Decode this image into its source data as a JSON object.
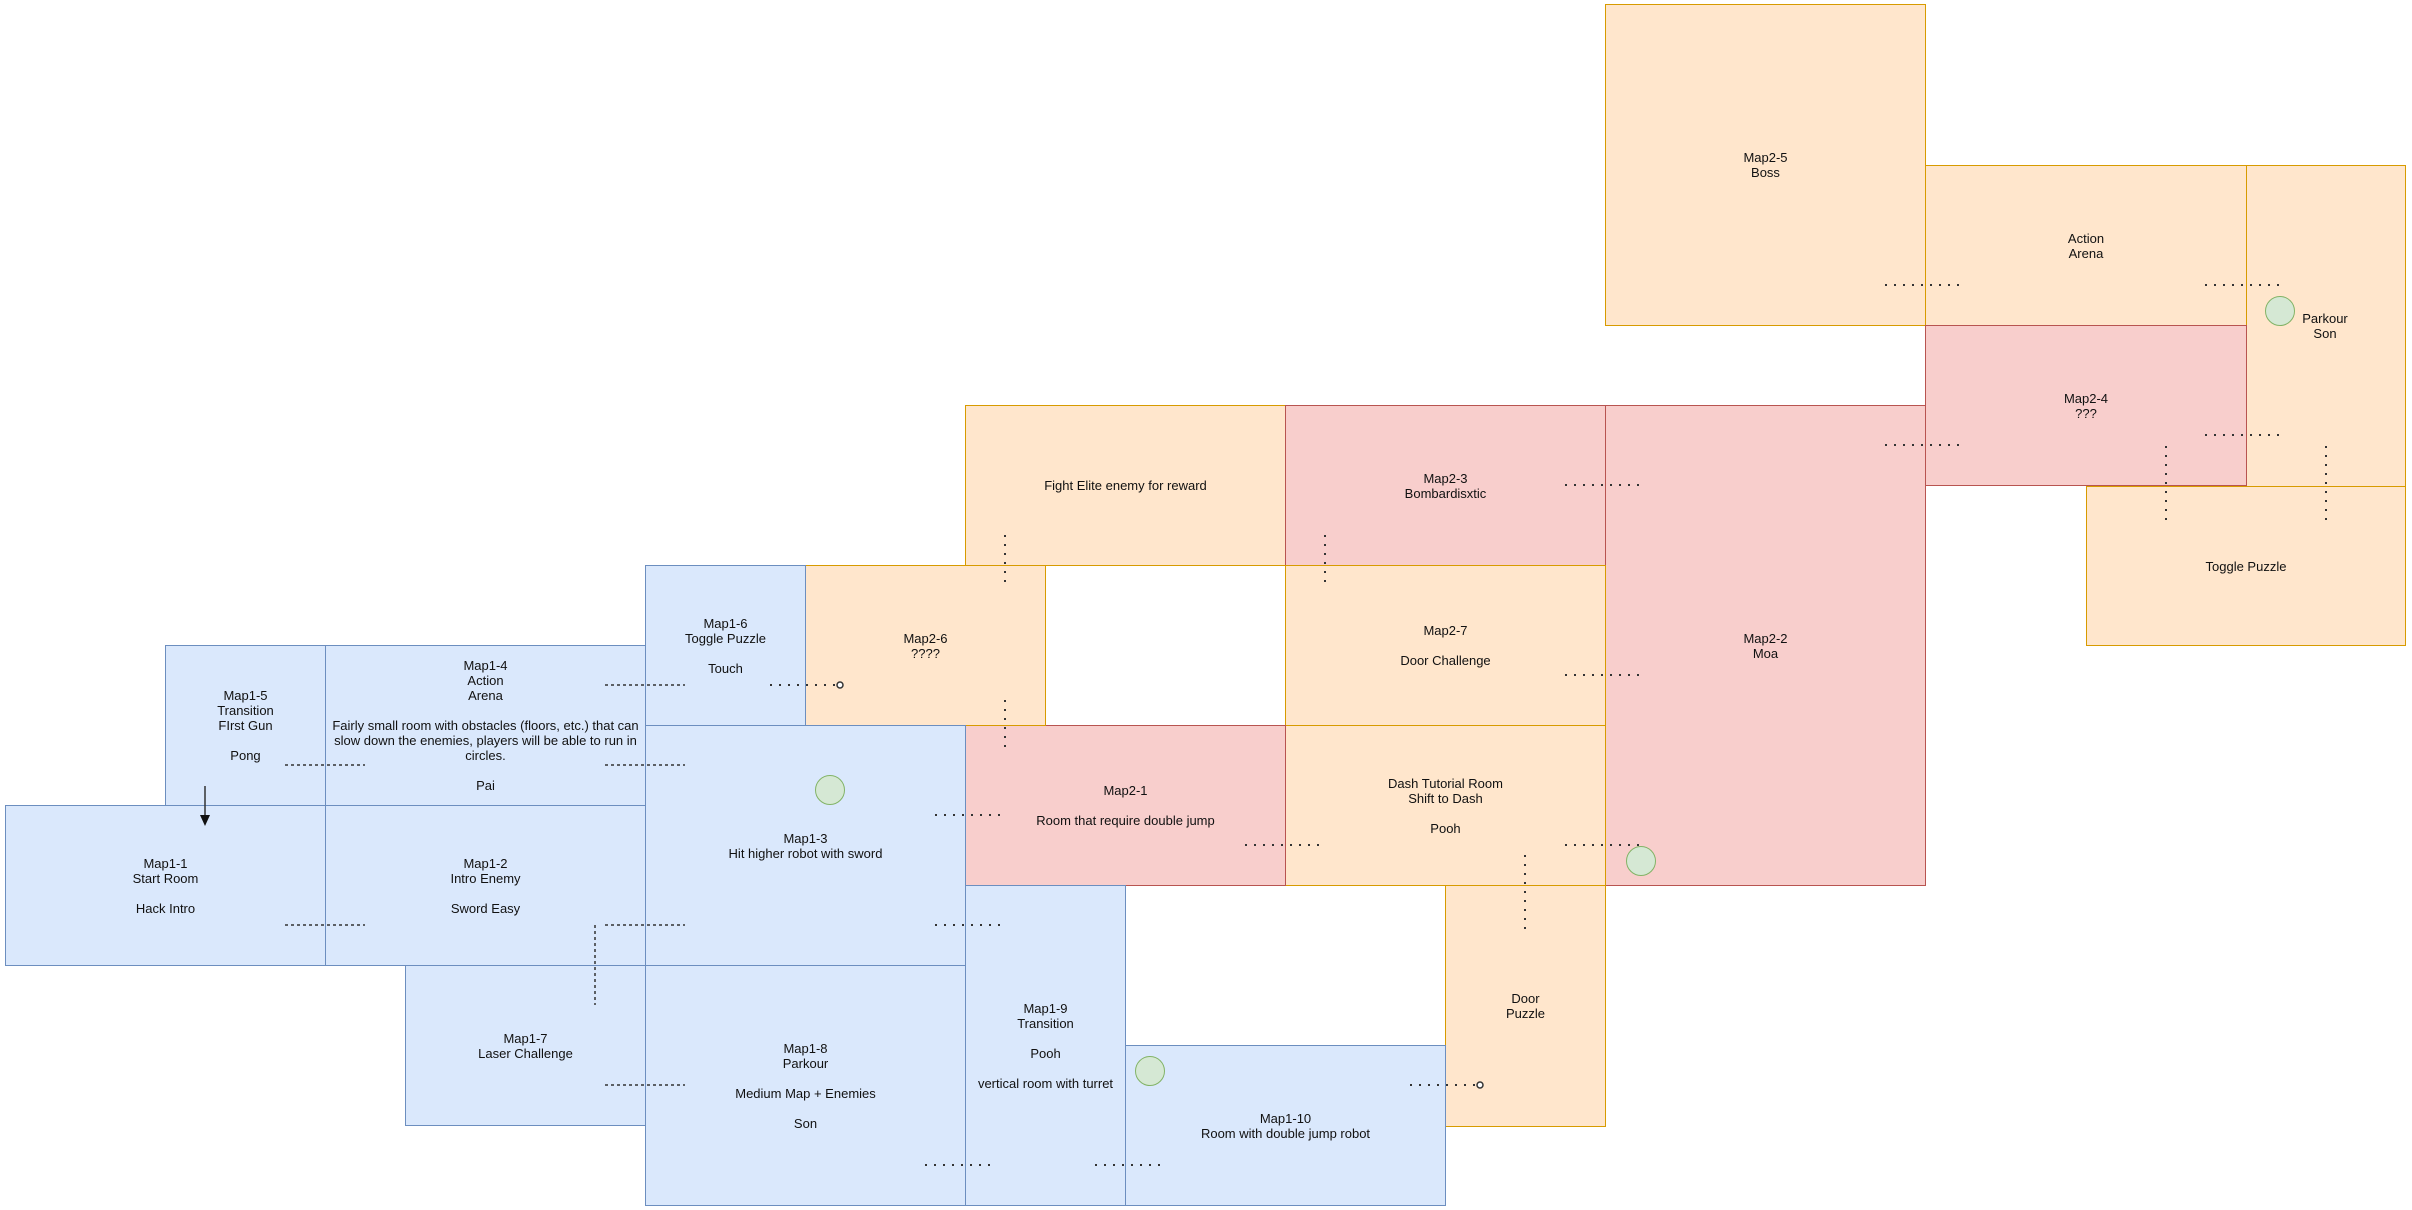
{
  "rooms": {
    "map2_5": "Map2-5\nBoss",
    "action_arena_2": "Action\nArena",
    "parkour_son": "Parkour\nSon",
    "map2_4": "Map2-4\n???",
    "toggle_puzzle_2": "Toggle Puzzle",
    "fight_elite": "Fight Elite enemy for reward",
    "map2_3": "Map2-3\nBombardisxtic",
    "map2_2": "Map2-2\nMoa",
    "map1_6": "Map1-6\nToggle Puzzle\n\nTouch",
    "map2_6": "Map2-6\n????",
    "map2_7": "Map2-7\n\nDoor Challenge",
    "map1_5": "Map1-5\nTransition\nFIrst Gun\n\nPong",
    "map1_4": "Map1-4\nAction\nArena\n\nFairly small room with obstacles (floors, etc.) that can slow down the enemies, players will be able to run in circles.\n\nPai",
    "map1_3": "Map1-3\nHit higher robot with sword",
    "map2_1": "Map2-1\n\nRoom that require double jump",
    "dash_tutorial": "Dash Tutorial Room\nShift to Dash\n\nPooh",
    "map1_1": "Map1-1\nStart Room\n\nHack Intro",
    "map1_2": "Map1-2\nIntro Enemy\n\nSword Easy",
    "door_puzzle": "Door\nPuzzle",
    "map1_7": "Map1-7\nLaser Challenge",
    "map1_8": "Map1-8\nParkour\n\nMedium Map + Enemies\n\nSon",
    "map1_9": "Map1-9\nTransition\n\nPooh\n\nvertical room with turret",
    "map1_10": "Map1-10\nRoom with double jump robot"
  },
  "colors": {
    "blue_fill": "#dae8fc",
    "orange_fill": "#ffe6cc",
    "red_fill": "#f8cecc",
    "marker_fill": "#d5e8d4"
  }
}
